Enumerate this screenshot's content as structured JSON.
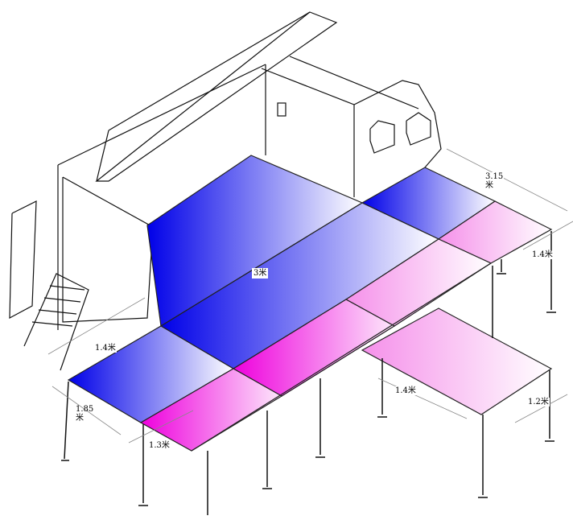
{
  "dimensions": {
    "truck_width": "3.15\n米",
    "right_depth": "1.4米",
    "stage_length": "3米",
    "left_depth": "1.4米",
    "left_height": "1.85\n米",
    "front_width": "1.3米",
    "wing_length": "1.4米",
    "wing_width": "1.2米"
  },
  "colors": {
    "blue": "#0000ee",
    "magenta": "#ee11dd",
    "pink": "#f070e0"
  }
}
